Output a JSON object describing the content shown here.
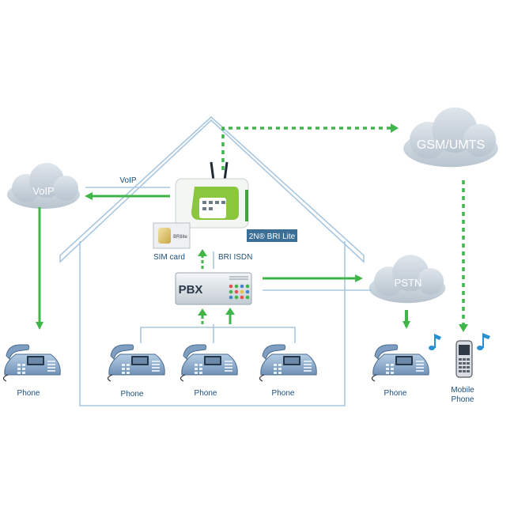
{
  "clouds": {
    "voip": "VoIP",
    "gsm": "GSM/UMTS",
    "pstn": "PSTN"
  },
  "links": {
    "voip": "VoIP",
    "bri_isdn": "BRI ISDN"
  },
  "gateway": {
    "badge": "2N® BRI Lite",
    "sim_label": "SIM card",
    "brand_mark": "BRIlite"
  },
  "pbx": {
    "label": "PBX"
  },
  "phones": {
    "voip_phone": "Phone",
    "internal_1": "Phone",
    "internal_2": "Phone",
    "internal_3": "Phone",
    "pstn_phone": "Phone",
    "mobile_line1": "Mobile",
    "mobile_line2": "Phone"
  },
  "colors": {
    "green": "#3fb54a",
    "house_line": "#a9c7e0",
    "cloud_fill": "#c9d3dc",
    "badge": "#3b6f96",
    "label_text": "#1d4f7a"
  }
}
